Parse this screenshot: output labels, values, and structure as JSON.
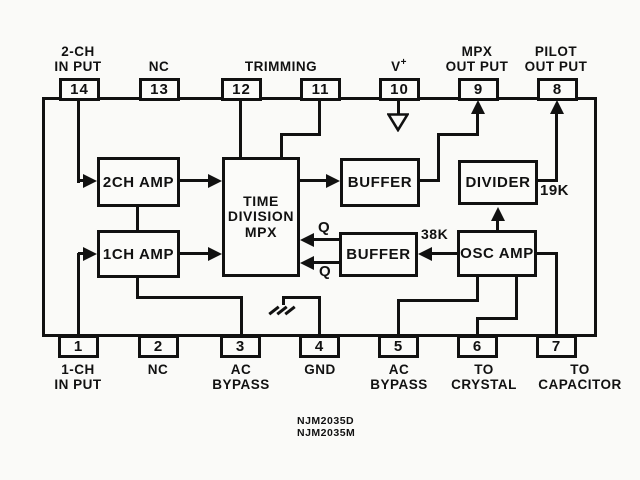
{
  "ic": {
    "part_family": "NJM2035",
    "pins_top": [
      {
        "number": "14",
        "label": "2-CH\nIN PUT"
      },
      {
        "number": "13",
        "label": "NC"
      },
      {
        "number": "12",
        "label": ""
      },
      {
        "number": "11",
        "label": ""
      },
      {
        "number": "10",
        "label": "V"
      },
      {
        "number": "9",
        "label": "MPX\nOUT PUT"
      },
      {
        "number": "8",
        "label": "PILOT\nOUT PUT"
      }
    ],
    "shared_labels": {
      "trimming": "TRIMMING",
      "v_plus_sup": "+"
    },
    "pins_bottom": [
      {
        "number": "1",
        "label": "1-CH\nIN PUT"
      },
      {
        "number": "2",
        "label": "NC"
      },
      {
        "number": "3",
        "label": "AC\nBYPASS"
      },
      {
        "number": "4",
        "label": "GND"
      },
      {
        "number": "5",
        "label": "AC\nBYPASS"
      },
      {
        "number": "6",
        "label": "TO\nCRYSTAL"
      },
      {
        "number": "7",
        "label": "TO\nCAPACITOR"
      }
    ],
    "blocks": {
      "amp2": "2CH AMP",
      "amp1": "1CH AMP",
      "mpx": "TIME\nDIVISION\nMPX",
      "buffer_top": "BUFFER",
      "buffer_bottom": "BUFFER",
      "divider": "DIVIDER",
      "osc_amp": "OSC AMP"
    },
    "wire_labels": {
      "divider_out": "19K",
      "osc_out": "38K",
      "q": "Q",
      "q_bar": "Q"
    }
  },
  "footer": {
    "part_number_line1": "NJM2035D",
    "part_number_line2": "NJM2035M"
  },
  "colors": {
    "line": "#111111",
    "background": "#fafaf8"
  }
}
